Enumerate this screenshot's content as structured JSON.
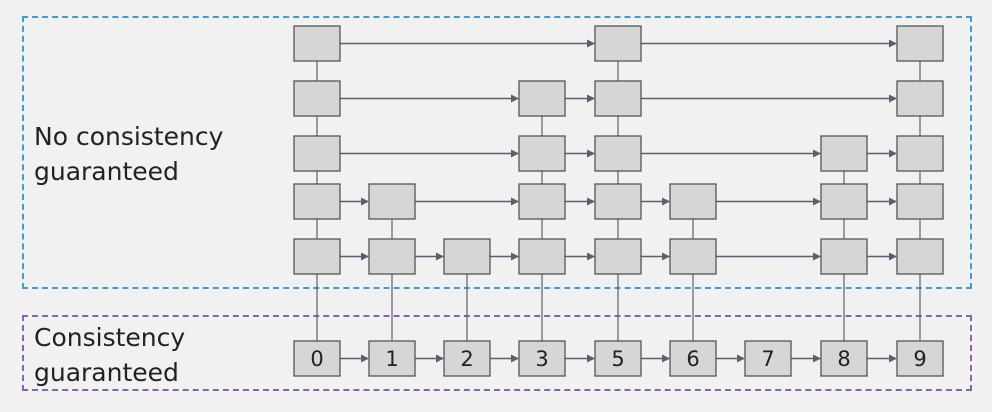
{
  "regions": {
    "top_label": "No consistency\nguaranteed",
    "top_color": "#3b9fd3",
    "bottom_label": "Consistency\nguaranteed",
    "bottom_color": "#8b5fb4"
  },
  "skiplist": {
    "keys": [
      "0",
      "1",
      "2",
      "3",
      "5",
      "6",
      "7",
      "8",
      "9"
    ],
    "heights": [
      6,
      3,
      2,
      5,
      6,
      3,
      1,
      4,
      6
    ],
    "node_fill": "#d6d6d6",
    "arrow_color": "#5a6070"
  }
}
